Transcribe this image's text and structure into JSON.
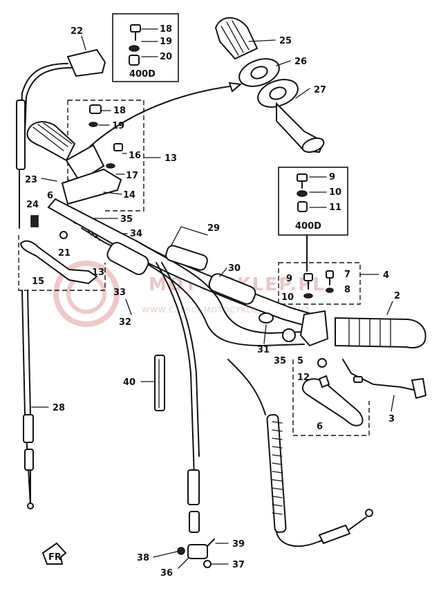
{
  "part_labels": {
    "p2": "2",
    "p3": "3",
    "p4": "4",
    "p5": "5",
    "p6": "6",
    "p7": "7",
    "p8": "8",
    "p9a": "9",
    "p9b": "9",
    "p10a": "10",
    "p10b": "10",
    "p11": "11",
    "p12": "12",
    "p13": "13",
    "p14": "14",
    "p15": "15",
    "p16": "16",
    "p17": "17",
    "p18a": "18",
    "p18b": "18",
    "p19a": "19",
    "p19b": "19",
    "p20": "20",
    "p21": "21",
    "p22": "22",
    "p23": "23",
    "p24": "24",
    "p25": "25",
    "p26": "26",
    "p27": "27",
    "p28": "28",
    "p29": "29",
    "p30": "30",
    "p31": "31",
    "p32": "32",
    "p33": "33",
    "p34": "34",
    "p35a": "35",
    "p35b": "35",
    "p36": "36",
    "p37": "37",
    "p38": "38",
    "p39": "39",
    "p40": "40"
  },
  "inset_labels": {
    "left": "400D",
    "right": "400D"
  },
  "arrow_text": "FR",
  "watermark": {
    "main": "MOTO SKLEP.PL",
    "sub": "WWW.CZESCI-MOTOCYKLOWE-YAMAHA"
  }
}
